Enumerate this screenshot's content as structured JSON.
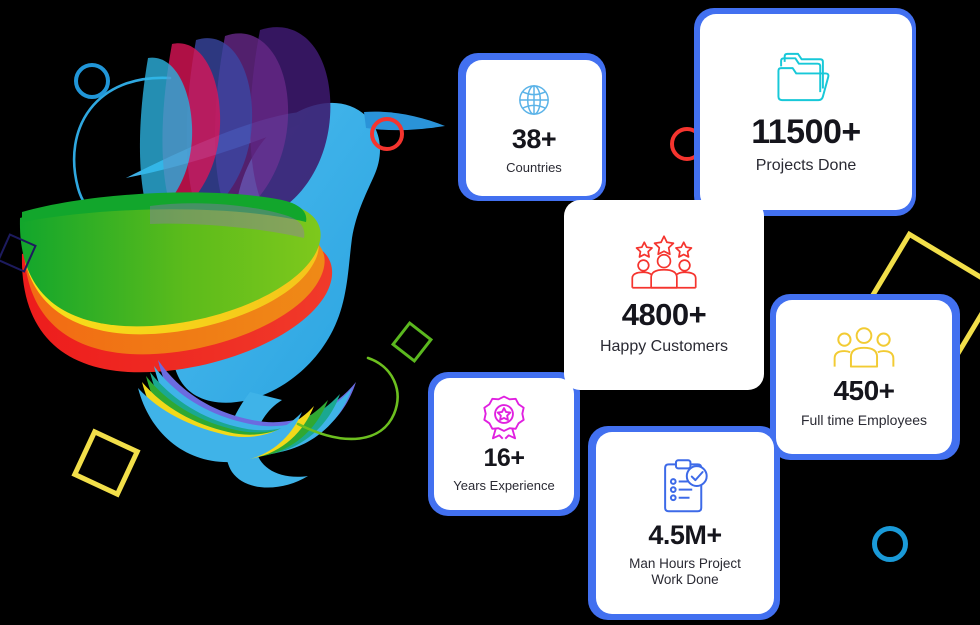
{
  "theme": {
    "background": "#000000",
    "card_bg": "#ffffff",
    "card_shadow_blue": "#4270f0",
    "value_color": "#15151c",
    "label_color": "#2a2a33"
  },
  "cards": [
    {
      "id": "countries",
      "value": "38+",
      "label": "Countries",
      "icon": "globe-icon",
      "icon_color": "#5bb3e8"
    },
    {
      "id": "projects",
      "value": "11500+",
      "label": "Projects Done",
      "icon": "folders-icon",
      "icon_color": "#17c8d8"
    },
    {
      "id": "happy-customers",
      "value": "4800+",
      "label": "Happy Customers",
      "icon": "customers-stars-icon",
      "icon_color": "#f5342e"
    },
    {
      "id": "employees",
      "value": "450+",
      "label": "Full time Employees",
      "icon": "people-group-icon",
      "icon_color": "#f2cb33"
    },
    {
      "id": "years-experience",
      "value": "16+",
      "label": "Years Experience",
      "icon": "award-badge-icon",
      "icon_color": "#e020e0"
    },
    {
      "id": "man-hours",
      "value": "4.5M+",
      "label": "Man Hours Project Work Done",
      "label_line1": "Man Hours Project",
      "label_line2": "Work Done",
      "icon": "clipboard-check-icon",
      "icon_color": "#3d6ae8"
    }
  ],
  "decorations": [
    {
      "name": "blue-ring-top-left",
      "shape": "ring",
      "color": "#2196d8"
    },
    {
      "name": "red-ring-left",
      "shape": "ring",
      "color": "#f5342e"
    },
    {
      "name": "red-ring-right",
      "shape": "ring",
      "color": "#f5342e"
    },
    {
      "name": "blue-ring-bottom-right",
      "shape": "ring",
      "color": "#1a9ad8"
    },
    {
      "name": "navy-diamond-left",
      "shape": "square-outline",
      "color": "#1d1b5e"
    },
    {
      "name": "navy-diamond-center",
      "shape": "square-outline",
      "color": "#1d1b5e"
    },
    {
      "name": "green-diamond",
      "shape": "square-outline",
      "color": "#5bb81f"
    },
    {
      "name": "yellow-diamond-left",
      "shape": "square-outline",
      "color": "#f2df4a"
    },
    {
      "name": "yellow-diamond-right",
      "shape": "square-outline",
      "color": "#f2df4a"
    },
    {
      "name": "blue-swirl-line",
      "shape": "curve",
      "color": "#2fa8e0"
    },
    {
      "name": "green-swirl-line",
      "shape": "curve",
      "color": "#6cbf1f"
    }
  ],
  "illustration": {
    "name": "hummingbird-logo",
    "body_color": "#3fb3e8",
    "wing_colors": [
      "#e8175d",
      "#3a4db0",
      "#7b2d8e",
      "#3d1a6e",
      "#2fb8e8"
    ],
    "lower_wing_colors": [
      "#1aa832",
      "#6cbf1f",
      "#f2d91a",
      "#f07818",
      "#ef1c1c"
    ],
    "tail_colors": [
      "#6b6be0",
      "#1aa890",
      "#2fa832",
      "#f2d91a",
      "#3fb3e8"
    ]
  }
}
